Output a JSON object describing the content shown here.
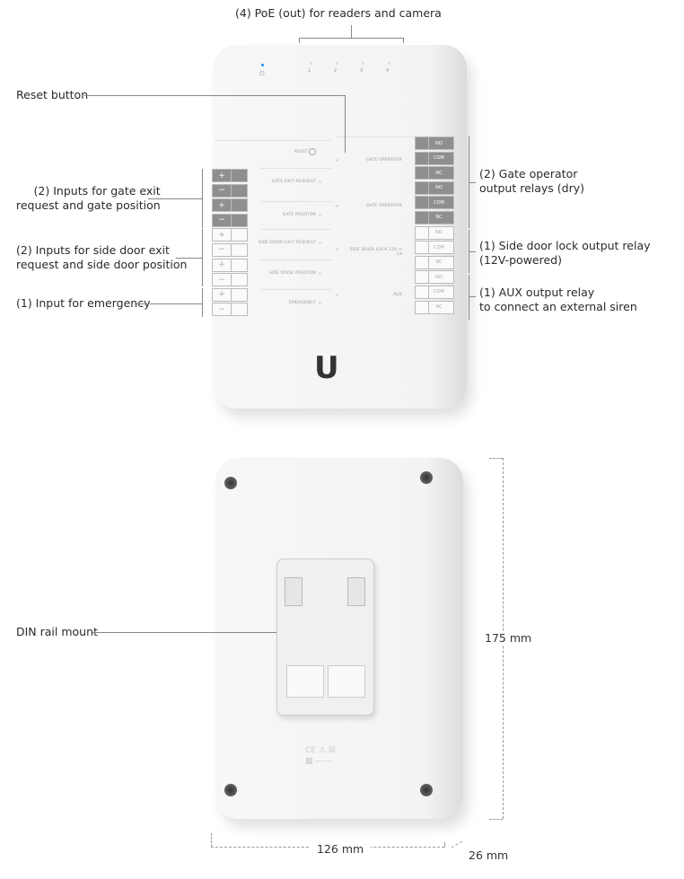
{
  "callouts": {
    "poe": "(4) PoE (out) for readers and camera",
    "reset": "Reset button",
    "gate_inputs": [
      "(2) Inputs for gate exit",
      "request and gate position"
    ],
    "side_inputs": [
      "(2) Inputs for side door exit",
      "request and side door position"
    ],
    "emergency": "(1) Input for emergency",
    "gate_relays": [
      "(2) Gate operator",
      "output relays (dry)"
    ],
    "side_relay": [
      "(1) Side door lock output relay",
      "(12V-powered)"
    ],
    "aux_relay": [
      "(1) AUX output relay",
      "to connect an external siren"
    ],
    "din": "DIN rail mount"
  },
  "device_labels": {
    "ports": [
      "1",
      "2",
      "3",
      "4"
    ],
    "reset": "RESET",
    "inputs": [
      "GATE EXIT REQUEST",
      "GATE POSITION",
      "SIDE DOOR EXIT REQUEST",
      "SIDE DOOR POSITION",
      "EMERGENCY"
    ],
    "outputs": [
      "GATE OPERATOR",
      "GATE OPERATOR",
      "SIDE DOOR LOCK 12V ⎓ 1A",
      "AUX"
    ],
    "left_terminals": [
      "+",
      "−",
      "+",
      "−",
      "+",
      "−",
      "+",
      "−",
      "+",
      "−"
    ],
    "right_terminals": [
      "NO",
      "COM",
      "NC",
      "NO",
      "COM",
      "NC",
      "NO",
      "COM",
      "NC",
      "NO",
      "COM",
      "NC"
    ],
    "logo": "U"
  },
  "dimensions": {
    "height": "175 mm",
    "width": "126 mm",
    "depth": "26 mm"
  },
  "colors": {
    "status_led": "#1a8cff",
    "dark_terminal": "#8f8f8f"
  }
}
